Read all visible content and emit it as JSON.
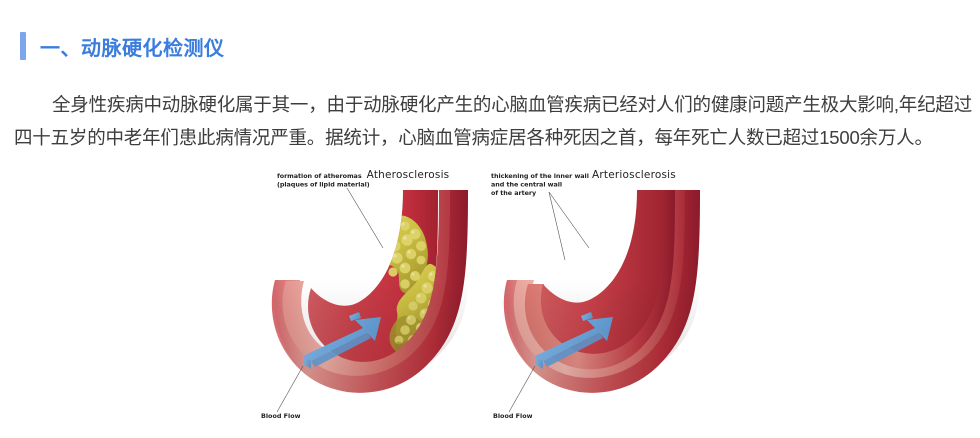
{
  "section": {
    "heading": "一、动脉硬化检测仪",
    "accent_color": "#7ba6ec",
    "heading_color": "#3b7ddd"
  },
  "body": {
    "paragraph": "全身性疾病中动脉硬化属于其一，由于动脉硬化产生的心脑血管疾病已经对人们的健康问题产生极大影响,年纪超过四十五岁的中老年们患此病情况严重。据统计，心脑血管病症居各种死因之首，每年死亡人数已超过1500余万人。"
  },
  "illustration": {
    "left_diagram": {
      "title": "Atherosclerosis",
      "callout": "formation of atheromas",
      "callout_line2": "(plaques of lipid material)",
      "flow_label": "Blood Flow"
    },
    "right_diagram": {
      "title": "Arteriosclerosis",
      "callout": "thickening of the inner wall",
      "callout_line2": "and the central wall",
      "callout_line3": "of the artery",
      "flow_label": "Blood Flow"
    },
    "colors": {
      "artery_outer_dark": "#8b1a2a",
      "artery_mid_red": "#c9414a",
      "artery_light_pink": "#e8a49c",
      "artery_salmon": "#d9756e",
      "lumen_red": "#c9303f",
      "plaque_yellow": "#ccc043",
      "plaque_dark": "#a89a2f",
      "arrow_blue": "#6ba3d6"
    }
  }
}
